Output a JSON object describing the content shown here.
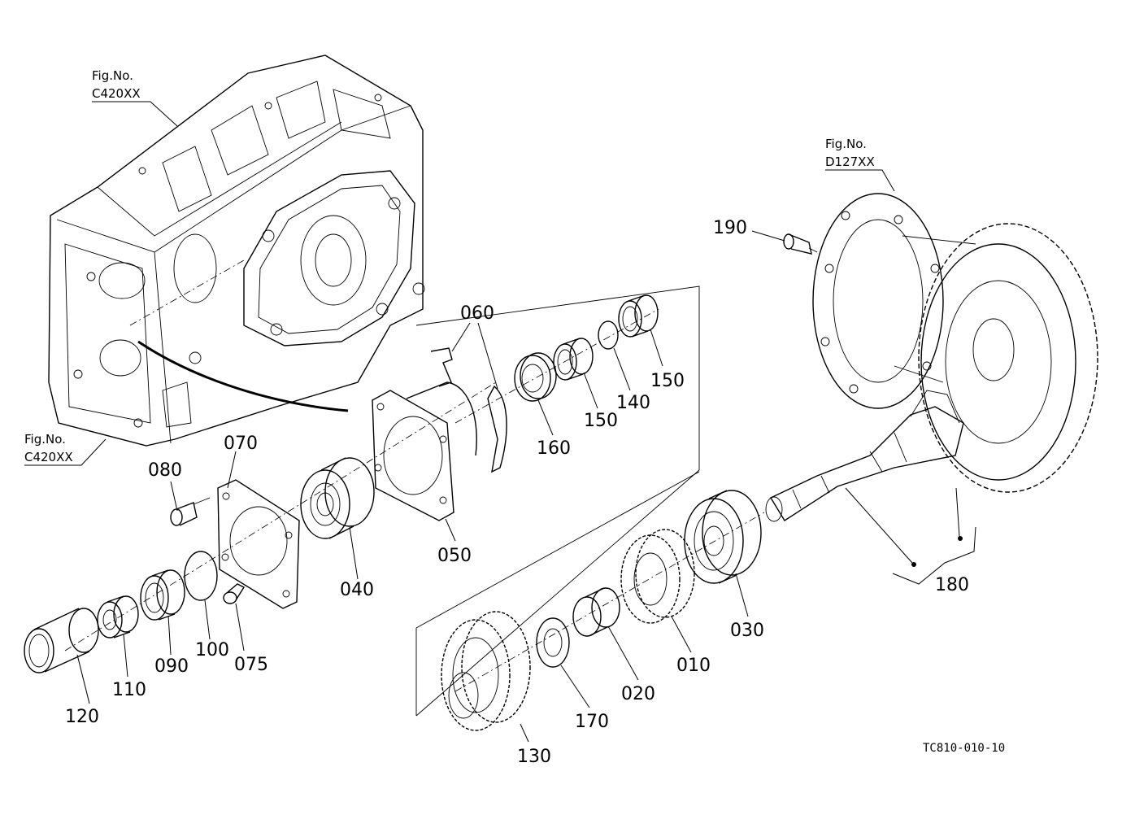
{
  "figure_refs": [
    {
      "label": "Fig.No.",
      "code": "C420XX"
    },
    {
      "label": "Fig.No.",
      "code": "C420XX"
    },
    {
      "label": "Fig.No.",
      "code": "D127XX"
    }
  ],
  "parts": {
    "p010": "010",
    "p020": "020",
    "p030": "030",
    "p040": "040",
    "p050": "050",
    "p060": "060",
    "p070": "070",
    "p075": "075",
    "p080": "080",
    "p090": "090",
    "p100": "100",
    "p110": "110",
    "p120": "120",
    "p130": "130",
    "p140": "140",
    "p150a": "150",
    "p150b": "150",
    "p160": "160",
    "p170": "170",
    "p180": "180",
    "p190": "190"
  },
  "diagram_code": "TC810-010-10"
}
